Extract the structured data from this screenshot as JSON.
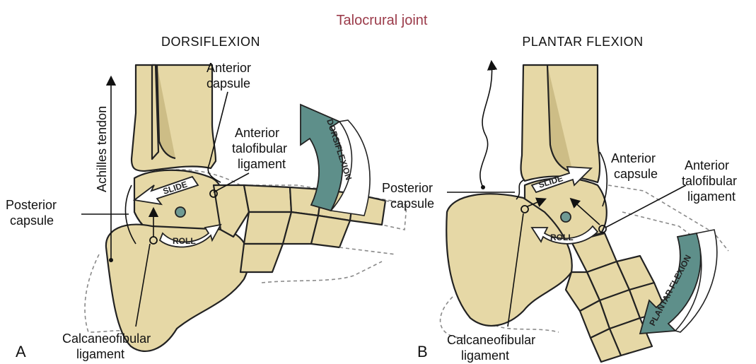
{
  "title": "Talocrural joint",
  "colors": {
    "title": "#9b3b4a",
    "bone": "#e6d8a6",
    "bone_dark": "#cdbd86",
    "motion_arrow": "#5e8f8a",
    "axis_dot": "#6f9a93"
  },
  "panel_a": {
    "heading": "DORSIFLEXION",
    "letter": "A",
    "labels": {
      "anterior_capsule_1": "Anterior",
      "anterior_capsule_2": "capsule",
      "anterior_talofibular_1": "Anterior",
      "anterior_talofibular_2": "talofibular",
      "anterior_talofibular_3": "ligament",
      "posterior_capsule_1": "Posterior",
      "posterior_capsule_2": "capsule",
      "achilles": "Achilles tendon",
      "calcaneofibular_1": "Calcaneofibular",
      "calcaneofibular_2": "ligament"
    },
    "slide": "SLIDE",
    "roll": "ROLL",
    "motion": "DORSIFLEXION"
  },
  "panel_b": {
    "heading": "PLANTAR FLEXION",
    "letter": "B",
    "labels": {
      "posterior_capsule_1": "Posterior",
      "posterior_capsule_2": "capsule",
      "anterior_capsule_1": "Anterior",
      "anterior_capsule_2": "capsule",
      "anterior_talofibular_1": "Anterior",
      "anterior_talofibular_2": "talofibular",
      "anterior_talofibular_3": "ligament",
      "calcaneofibular_1": "Calcaneofibular",
      "calcaneofibular_2": "ligament"
    },
    "slide": "SLIDE",
    "roll": "ROLL",
    "motion": "PLANTAR FLEXION"
  }
}
